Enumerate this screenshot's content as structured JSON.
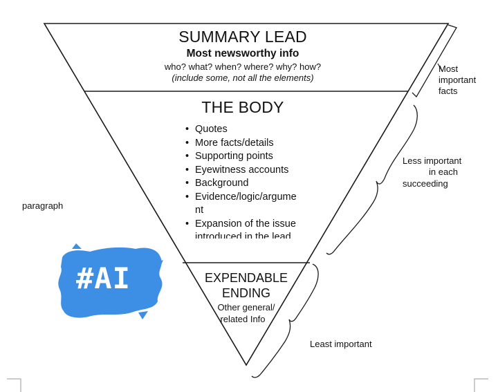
{
  "summary_lead": {
    "title": "SUMMARY LEAD",
    "subtitle": "Most newsworthy info",
    "questions": "who? what? when? where? why? how?",
    "note": "(include some, not all the elements)"
  },
  "body_section": {
    "title": "THE BODY",
    "bullets": [
      "Quotes",
      "More facts/details",
      "Supporting points",
      "Eyewitness accounts",
      "Background",
      "Evidence/logic/argume nt",
      "Expansion of the issue introduced in the lead"
    ]
  },
  "ending": {
    "title_line1": "EXPENDABLE",
    "title_line2": "ENDING",
    "text_line1": "Other general/",
    "text_line2": "related Info"
  },
  "side_labels": {
    "most_important_line1": "Most",
    "most_important_line2": "important",
    "most_important_line3": "facts",
    "less_important_line1": "Less important",
    "less_important_line2": "in each",
    "less_important_line3": "succeeding",
    "paragraph": "paragraph",
    "least_important": "Least important"
  },
  "badge": {
    "label": "#AI",
    "color": "#3d8fe6"
  },
  "colors": {
    "line": "#1a1a1a",
    "text": "#111111"
  }
}
